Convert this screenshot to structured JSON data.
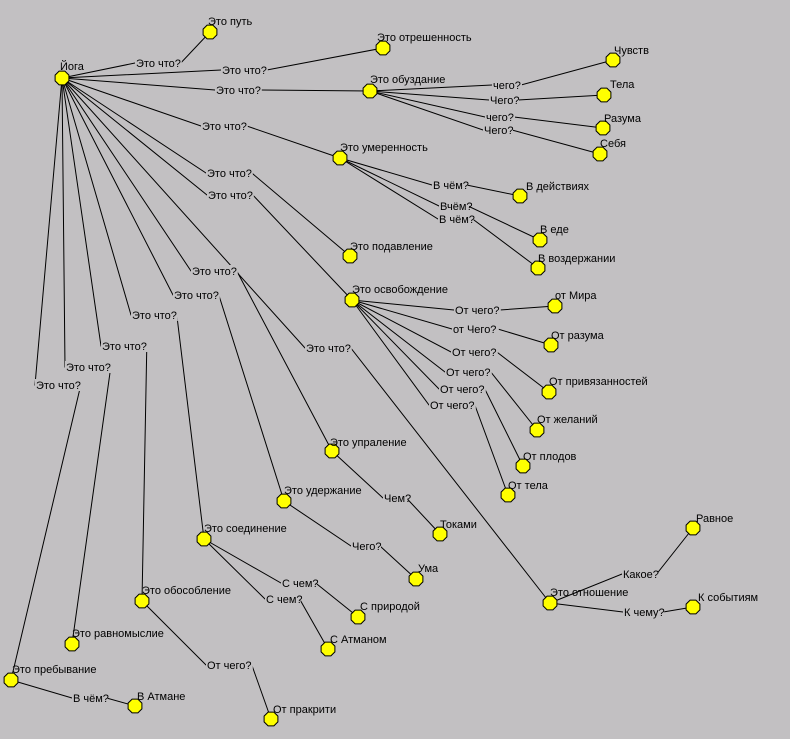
{
  "colors": {
    "background": "#c2c0c2",
    "node_fill": "#ffff00",
    "node_stroke": "#000000",
    "edge": "#000000"
  },
  "nodes": {
    "yoga": "Йога",
    "put": "Это путь",
    "otresh": "Это отрешенность",
    "obuzd": "Это обуздание",
    "chuvstv": "Чувств",
    "tela": "Тела",
    "razuma": "Разума",
    "sebya": "Себя",
    "umeren": "Это умеренность",
    "vdeistv": "В действиях",
    "vede": "В еде",
    "vvozd": "В воздержании",
    "podavl": "Это подавление",
    "osvob": "Это освобождение",
    "otmira": "от Мира",
    "otrazuma": "От разума",
    "otprivyaz": "От привязанностей",
    "otzhelan": "От желаний",
    "otplodov": "От плодов",
    "ottela": "От тела",
    "upral": "Это упраление",
    "tokami": "Токами",
    "uderzh": "Это удержание",
    "uma": "Ума",
    "soedin": "Это соединение",
    "spriroda": "С природой",
    "satman": "С Атманом",
    "obosob": "Это обособление",
    "otprakriti": "От пракрити",
    "ravnomysl": "Это равномыслие",
    "prebyv": "Это пребывание",
    "vatmane": "В Атмане",
    "otnosh": "Это отношение",
    "ravnoe": "Равное",
    "ksobyt": "К событиям"
  },
  "edges": [
    {
      "from": "yoga",
      "to": "put",
      "label": "Это что?"
    },
    {
      "from": "yoga",
      "to": "otresh",
      "label": "Это что?"
    },
    {
      "from": "yoga",
      "to": "obuzd",
      "label": "Это что?"
    },
    {
      "from": "yoga",
      "to": "umeren",
      "label": "Это что?"
    },
    {
      "from": "yoga",
      "to": "podavl",
      "label": "Это что?"
    },
    {
      "from": "yoga",
      "to": "osvob",
      "label": "Это что?"
    },
    {
      "from": "yoga",
      "to": "upral",
      "label": "Это что?"
    },
    {
      "from": "yoga",
      "to": "uderzh",
      "label": "Это что?"
    },
    {
      "from": "yoga",
      "to": "soedin",
      "label": "Это что?"
    },
    {
      "from": "yoga",
      "to": "obosob",
      "label": "Это что?"
    },
    {
      "from": "yoga",
      "to": "ravnomysl",
      "label": "Это что?"
    },
    {
      "from": "yoga",
      "to": "prebyv",
      "label": "Это что?"
    },
    {
      "from": "yoga",
      "to": "otnosh",
      "label": "Это что?"
    },
    {
      "from": "obuzd",
      "to": "chuvstv",
      "label": "чего?"
    },
    {
      "from": "obuzd",
      "to": "tela",
      "label": "Чего?"
    },
    {
      "from": "obuzd",
      "to": "razuma",
      "label": "чего?"
    },
    {
      "from": "obuzd",
      "to": "sebya",
      "label": "Чего?"
    },
    {
      "from": "umeren",
      "to": "vdeistv",
      "label": "В чём?"
    },
    {
      "from": "umeren",
      "to": "vede",
      "label": "Вчём?"
    },
    {
      "from": "umeren",
      "to": "vvozd",
      "label": "В чём?"
    },
    {
      "from": "osvob",
      "to": "otmira",
      "label": "От чего?"
    },
    {
      "from": "osvob",
      "to": "otrazuma",
      "label": "от Чего?"
    },
    {
      "from": "osvob",
      "to": "otprivyaz",
      "label": "От чего?"
    },
    {
      "from": "osvob",
      "to": "otzhelan",
      "label": "От чего?"
    },
    {
      "from": "osvob",
      "to": "otplodov",
      "label": "От чего?"
    },
    {
      "from": "osvob",
      "to": "ottela",
      "label": "От чего?"
    },
    {
      "from": "upral",
      "to": "tokami",
      "label": "Чем?"
    },
    {
      "from": "uderzh",
      "to": "uma",
      "label": "Чего?"
    },
    {
      "from": "soedin",
      "to": "spriroda",
      "label": "С чем?"
    },
    {
      "from": "soedin",
      "to": "satman",
      "label": "С чем?"
    },
    {
      "from": "obosob",
      "to": "otprakriti",
      "label": "От чего?"
    },
    {
      "from": "prebyv",
      "to": "vatmane",
      "label": "В чём?"
    },
    {
      "from": "otnosh",
      "to": "ravnoe",
      "label": "Какое?"
    },
    {
      "from": "otnosh",
      "to": "ksobyt",
      "label": "К чему?"
    }
  ]
}
